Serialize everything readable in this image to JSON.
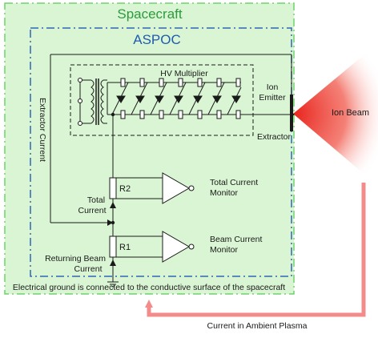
{
  "title_spacecraft": "Spacecraft",
  "title_aspoc": "ASPOC",
  "hv_multiplier": "HV Multiplier",
  "ion_emitter": "Ion Emitter",
  "ion_emitter_line1": "Ion",
  "ion_emitter_line2": "Emitter",
  "extractor": "Extractor",
  "ion_beam": "Ion Beam",
  "extractor_current": "Extractor Current",
  "r2": "R2",
  "r1": "R1",
  "total_current": "Total Current",
  "total_current_line1": "Total",
  "total_current_line2": "Current",
  "total_current_monitor": "Total Current Monitor",
  "total_current_monitor_line1": "Total Current",
  "total_current_monitor_line2": "Monitor",
  "beam_current_monitor": "Beam Current Monitor",
  "beam_current_monitor_line1": "Beam Current",
  "beam_current_monitor_line2": "Monitor",
  "returning_beam_current": "Returning Beam Current",
  "returning_beam_current_line1": "Returning Beam",
  "returning_beam_current_line2": "Current",
  "ground_note": "Electrical ground is connected to the conductive surface of the spacecraft",
  "ambient_plasma": "Current in Ambient Plasma",
  "colors": {
    "spacecraft_fill": "#d9f5d3",
    "spacecraft_border": "#6dd46b",
    "spacecraft_title": "#2e9a3e",
    "aspoc_border": "#2f66b3",
    "aspoc_title": "#1f5bb0",
    "ion_beam": "#e8231c",
    "return_path": "#f48b8b",
    "wire": "#1a1a1a"
  }
}
